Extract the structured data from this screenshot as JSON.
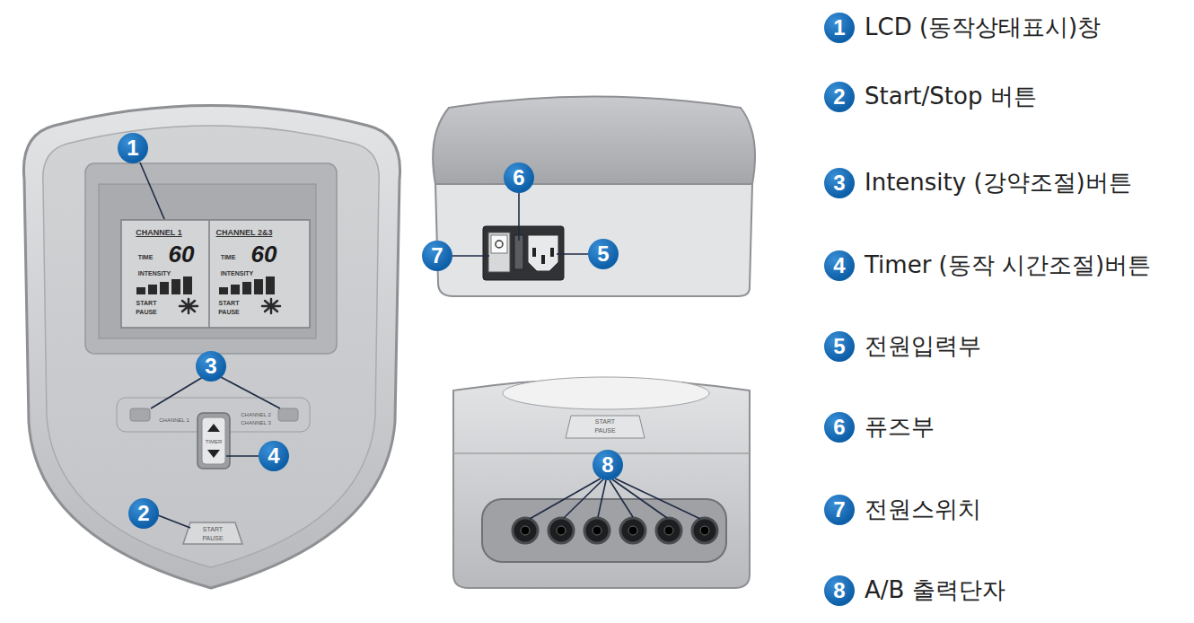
{
  "diagram": {
    "nodes": [
      {
        "text": [
          "1"
        ]
      },
      {
        "text": [
          "3"
        ]
      },
      {
        "text": [
          "4"
        ]
      },
      {
        "text": [
          "2"
        ]
      },
      {
        "text": [
          "6"
        ]
      },
      {
        "text": [
          "7"
        ]
      },
      {
        "text": [
          "5"
        ]
      },
      {
        "text": [
          "8"
        ]
      },
      {
        "text": [
          "1",
          "LCD (동작상태표시)창"
        ]
      },
      {
        "text": [
          "2",
          "Start/Stop 버튼"
        ]
      },
      {
        "text": [
          "3",
          "Intensity (강약조절)버튼"
        ]
      },
      {
        "text": [
          "4",
          "Timer (동작 시간조절)버튼"
        ]
      },
      {
        "text": [
          "5",
          "전원입력부"
        ]
      },
      {
        "text": [
          "6",
          "퓨즈부"
        ]
      },
      {
        "text": [
          "7",
          "전원스위치"
        ]
      },
      {
        "text": [
          "8",
          "A/B 출력단자"
        ]
      }
    ],
    "labels": [
      "CHANNEL 1",
      "TIME",
      "60",
      "INTENSITY",
      "START",
      "PAUSE",
      "CHANNEL 2&3",
      "TIME",
      "60",
      "INTENSITY",
      "START",
      "PAUSE",
      "CHANNEL 1",
      "CHANNEL 2",
      "CHANNEL 3",
      "TIMER",
      "START",
      "PAUSE",
      "START",
      "PAUSE"
    ]
  }
}
